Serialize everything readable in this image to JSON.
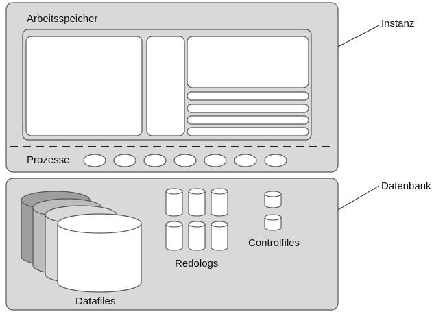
{
  "instance": {
    "label": "Instanz",
    "memory_label": "Arbeitsspeicher",
    "processes_label": "Prozesse",
    "process_count": 7
  },
  "database": {
    "label": "Datenbank",
    "datafiles_label": "Datafiles",
    "redologs_label": "Redologs",
    "controlfiles_label": "Controlfiles"
  },
  "colors": {
    "panel_fill": "#d9d9d9",
    "stroke": "#555555",
    "white": "#ffffff",
    "datafile_shades": [
      "#9e9e9e",
      "#bdbdbd",
      "#dadada",
      "#ffffff"
    ]
  }
}
